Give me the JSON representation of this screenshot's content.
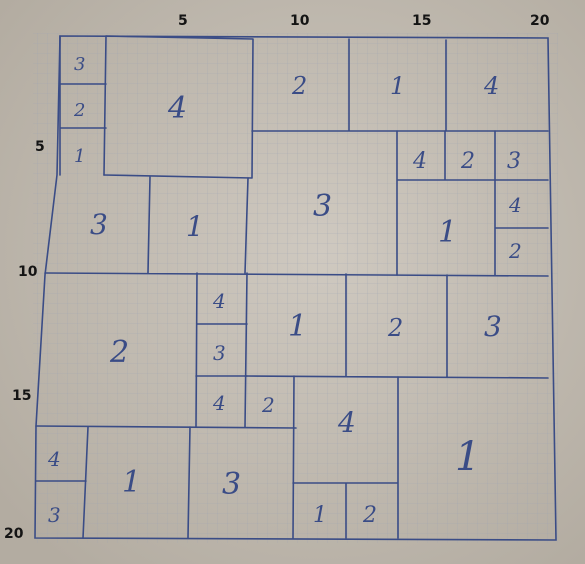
{
  "axis": {
    "top": [
      "5",
      "10",
      "15",
      "20"
    ],
    "left": [
      "5",
      "10",
      "15",
      "20"
    ]
  },
  "colors": {
    "paper": "#c7c1b8",
    "grid": "#9aa0b0",
    "ink": "#3a4c86",
    "axis_text": "#141414"
  },
  "regions": [
    {
      "label": "3"
    },
    {
      "label": "2"
    },
    {
      "label": "1"
    },
    {
      "label": "4"
    },
    {
      "label": "2"
    },
    {
      "label": "1"
    },
    {
      "label": "4"
    },
    {
      "label": "3"
    },
    {
      "label": "1"
    },
    {
      "label": "3"
    },
    {
      "label": "4"
    },
    {
      "label": "2"
    },
    {
      "label": "3"
    },
    {
      "label": "1"
    },
    {
      "label": "4"
    },
    {
      "label": "2"
    },
    {
      "label": "2"
    },
    {
      "label": "4"
    },
    {
      "label": "3"
    },
    {
      "label": "1"
    },
    {
      "label": "2"
    },
    {
      "label": "3"
    },
    {
      "label": "4"
    },
    {
      "label": "2"
    },
    {
      "label": "4"
    },
    {
      "label": "1"
    },
    {
      "label": "4"
    },
    {
      "label": "3"
    },
    {
      "label": "1"
    },
    {
      "label": "3"
    },
    {
      "label": "1"
    },
    {
      "label": "2"
    }
  ]
}
